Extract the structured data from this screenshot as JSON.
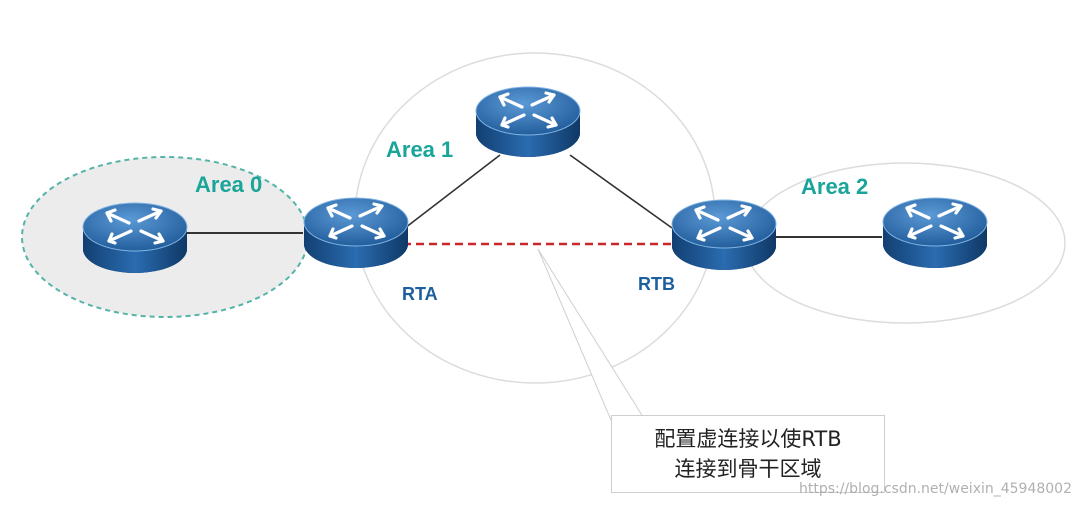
{
  "areas": [
    {
      "id": "area0",
      "label": "Area 0"
    },
    {
      "id": "area1",
      "label": "Area 1"
    },
    {
      "id": "area2",
      "label": "Area 2"
    }
  ],
  "routers": [
    {
      "id": "router-left",
      "label": ""
    },
    {
      "id": "router-top",
      "label": ""
    },
    {
      "id": "router-rta",
      "label": "RTA"
    },
    {
      "id": "router-rtb",
      "label": "RTB"
    },
    {
      "id": "router-right",
      "label": ""
    }
  ],
  "callout": {
    "line1": "配置虚连接以使RTB",
    "line2": "连接到骨干区域"
  },
  "watermark": "https://blog.csdn.net/weixin_45948002",
  "colors": {
    "area_label": "#1aa59a",
    "router_label": "#1c5f9e",
    "virtual_link": "#c8282a",
    "area0_fill": "#ececec",
    "area0_border": "#55b3a8"
  }
}
